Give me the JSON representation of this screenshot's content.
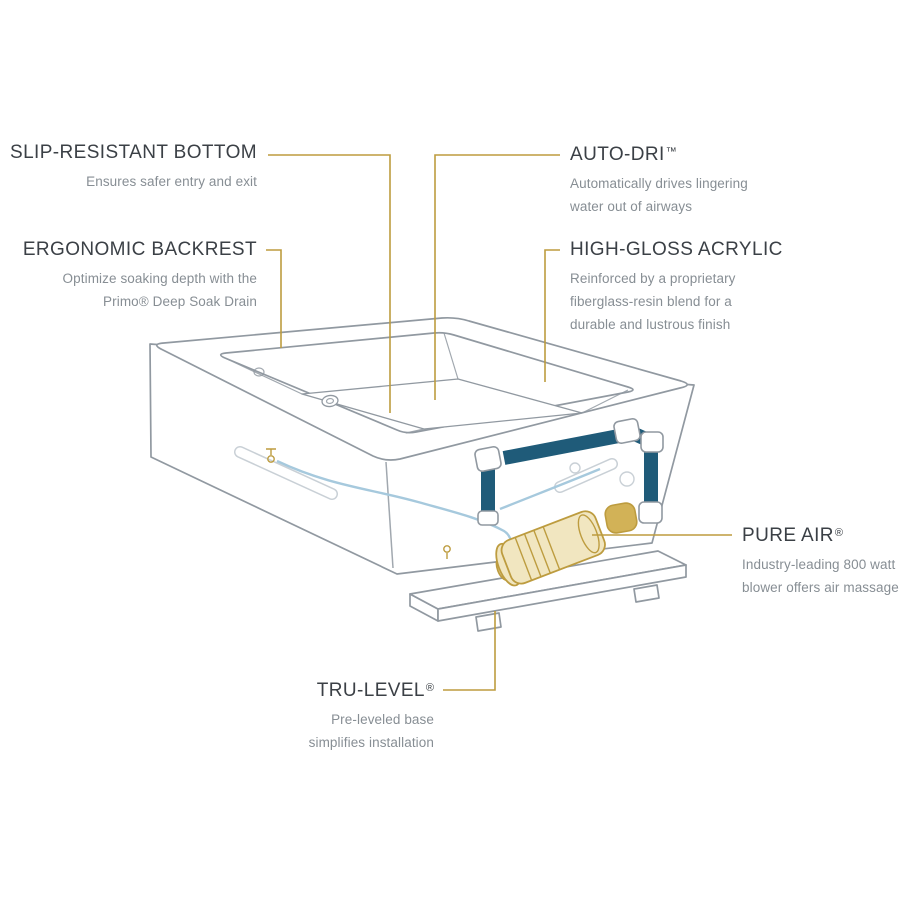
{
  "diagram": {
    "callouts": {
      "slip_resistant": {
        "title": "SLIP-RESISTANT BOTTOM",
        "lines": [
          "Ensures safer entry and exit"
        ]
      },
      "ergonomic": {
        "title": "ERGONOMIC BACKREST",
        "lines": [
          "Optimize soaking depth with the",
          "Primo® Deep Soak Drain"
        ]
      },
      "auto_dri": {
        "title": "AUTO-DRI",
        "mark": "™",
        "lines": [
          "Automatically drives lingering",
          "water out of airways"
        ]
      },
      "high_gloss": {
        "title": "HIGH-GLOSS ACRYLIC",
        "lines": [
          "Reinforced by a proprietary",
          "fiberglass-resin blend for a",
          "durable and lustrous finish"
        ]
      },
      "pure_air": {
        "title": "PURE AIR",
        "mark": "®",
        "lines": [
          "Industry-leading 800 watt",
          "blower offers air massage"
        ]
      },
      "tru_level": {
        "title": "TRU-LEVEL",
        "mark": "®",
        "lines": [
          "Pre-leveled base",
          "simplifies installation"
        ]
      }
    },
    "illustration": {
      "subject": "drop-in-bathtub-cutaway-line-art",
      "parts": [
        "bathtub-shell",
        "air-channel-pipes",
        "air-blower",
        "leveling-base",
        "air-hose",
        "drain"
      ]
    },
    "colors": {
      "accent": "#BD9C3F",
      "pipe": "#1F5B79",
      "hose": "#A6C9DD",
      "line": "#9199A1",
      "line_light": "#C9D0D6",
      "blower": "#D2B257",
      "blower_fill": "#F1E6C0",
      "heading": "#3B4046",
      "body_text": "#878E94",
      "background": "#FFFFFF"
    }
  }
}
